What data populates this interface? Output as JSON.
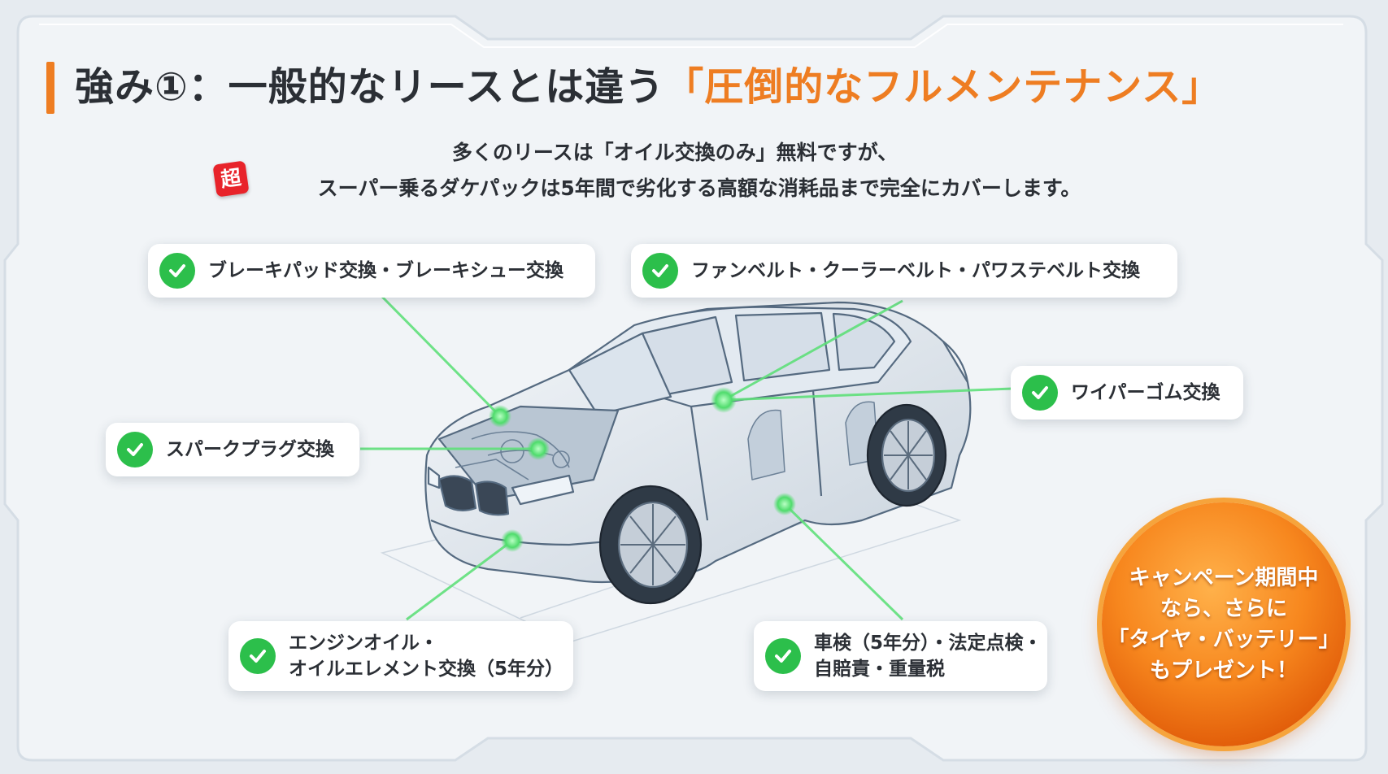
{
  "header": {
    "title_main": "強み①：一般的なリースとは違う",
    "title_accent": "「圧倒的なフルメンテナンス」",
    "badge": "超",
    "sub_line1": "多くのリースは「オイル交換のみ」無料ですが、",
    "sub_line2": "スーパー乗るダケパックは5年間で劣化する高額な消耗品まで完全にカバーします。"
  },
  "items": [
    {
      "lines": [
        "ブレーキパッド交換・ブレーキシュー交換"
      ]
    },
    {
      "lines": [
        "ファンベルト・クーラーベルト・パワステベルト交換"
      ]
    },
    {
      "lines": [
        "ワイパーゴム交換"
      ]
    },
    {
      "lines": [
        "スパークプラグ交換"
      ]
    },
    {
      "lines": [
        "エンジンオイル・",
        "オイルエレメント交換（5年分）"
      ]
    },
    {
      "lines": [
        "車検（5年分）・法定点検・",
        "自賠責・重量税"
      ]
    }
  ],
  "campaign": {
    "lines": [
      "キャンペーン期間中",
      "なら、さらに",
      "「タイヤ・バッテリー」",
      "もプレゼント！"
    ]
  },
  "colors": {
    "accent": "#ee7d22",
    "check": "#2cbf4b",
    "leader": "#5fe07a",
    "badge": "#e8232a",
    "campaign": "#f7871e"
  },
  "icons": {
    "check": "check-icon",
    "car": "car-illustration"
  }
}
